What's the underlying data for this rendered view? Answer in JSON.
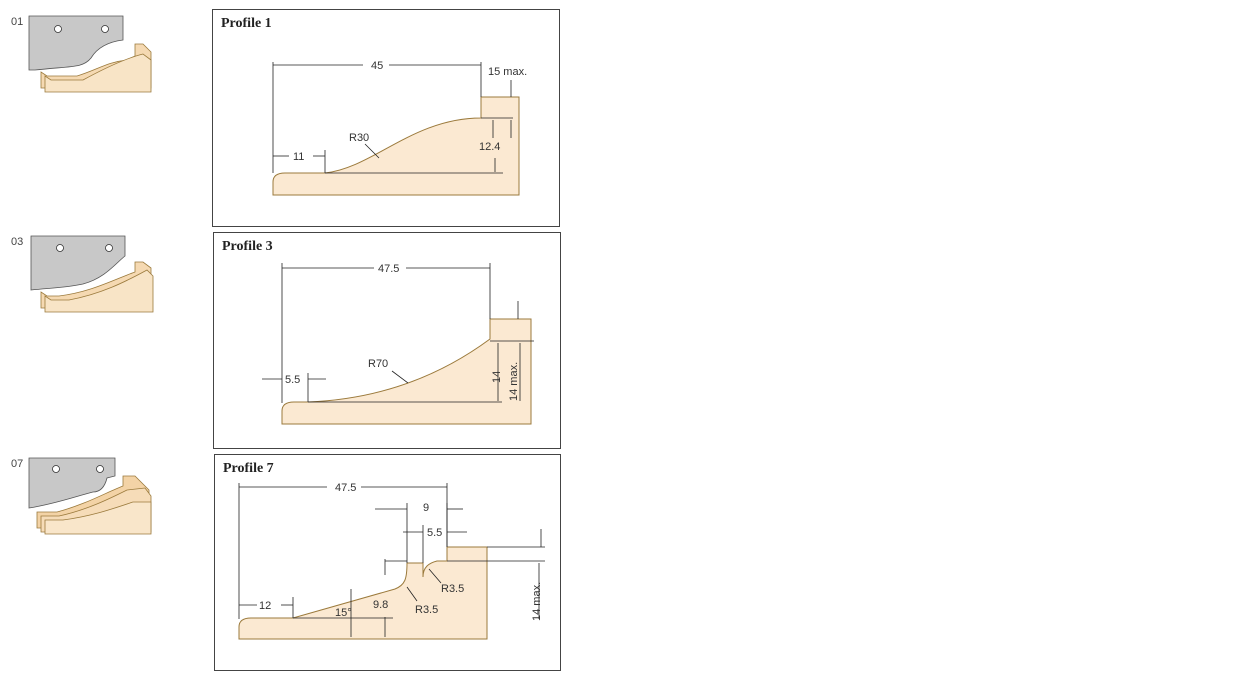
{
  "profiles": [
    {
      "code": "01",
      "title": "Profile 1",
      "dims": {
        "width": "45",
        "max": "15 max.",
        "radius": "R30",
        "left": "11",
        "height": "12.4"
      }
    },
    {
      "code": "03",
      "title": "Profile 3",
      "dims": {
        "width": "47.5",
        "left": "5.5",
        "radius": "R70",
        "height": "14",
        "max": "14 max."
      }
    },
    {
      "code": "07",
      "title": "Profile 7",
      "dims": {
        "width": "47.5",
        "step": "9",
        "step_inner": "5.5",
        "r_right": "R3.5",
        "r_left": "R3.5",
        "left": "12",
        "angle": "15°",
        "rise": "9.8",
        "max": "14 max."
      }
    }
  ],
  "colors": {
    "wood": "#fbe9d2",
    "wood_edge": "#9b7a3c",
    "steel": "#c8c8c8"
  }
}
